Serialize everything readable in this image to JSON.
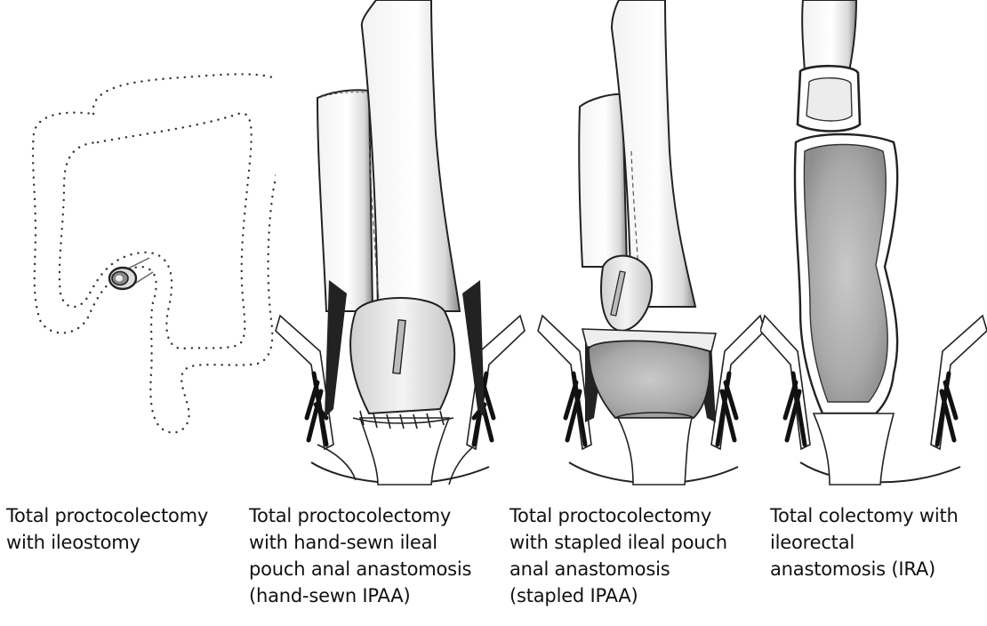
{
  "panels": [
    {
      "caption": [
        "Total proctocolectomy",
        "with ileostomy"
      ]
    },
    {
      "caption": [
        "Total proctocolectomy",
        "with hand-sewn ileal",
        "pouch anal anastomosis",
        "(hand-sewn IPAA)"
      ]
    },
    {
      "caption": [
        "Total proctocolectomy",
        "with stapled ileal pouch",
        "anal anastomosis",
        "(stapled IPAA)"
      ]
    },
    {
      "caption": [
        "Total colectomy with",
        "ileorectal",
        "anastomosis (IRA)"
      ]
    }
  ]
}
